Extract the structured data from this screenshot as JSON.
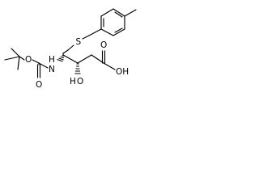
{
  "molecule": {
    "atoms": {
      "sulfur": "S",
      "nitrogen_h": "H",
      "nitrogen_n": "N",
      "carbamate_o": "O",
      "carbonyl_o": "O",
      "hydroxyl_h": "H",
      "hydroxyl_o": "O",
      "acid_o": "O",
      "acid_oh": "OH"
    },
    "colors": {
      "bond": "#000000",
      "background": "#ffffff"
    }
  }
}
